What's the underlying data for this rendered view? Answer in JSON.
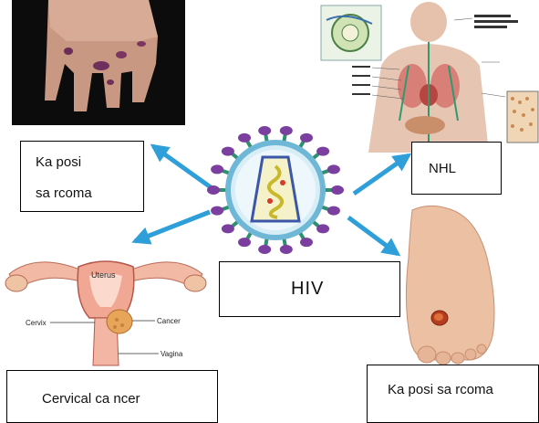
{
  "labels": {
    "kaposi_top_line1": "Ka posi",
    "kaposi_top_line2": "sa rcoma",
    "nhl": "NHL",
    "hiv": "HIV",
    "cervical": "Cervical ca ncer",
    "kaposi_bottom": "Ka posi sa rcoma"
  },
  "uterus_labels": {
    "uterus": "Uterus",
    "cervix": "Cervix",
    "cancer": "Cancer",
    "vagina": "Vagina"
  },
  "colors": {
    "arrow": "#2e9fd8",
    "virus_spike": "#7b3fa0",
    "virus_stalk": "#2f8f6f",
    "virus_shell": "#6fb7d6",
    "virus_core": "#e8e071",
    "skin": "#e8b796"
  }
}
